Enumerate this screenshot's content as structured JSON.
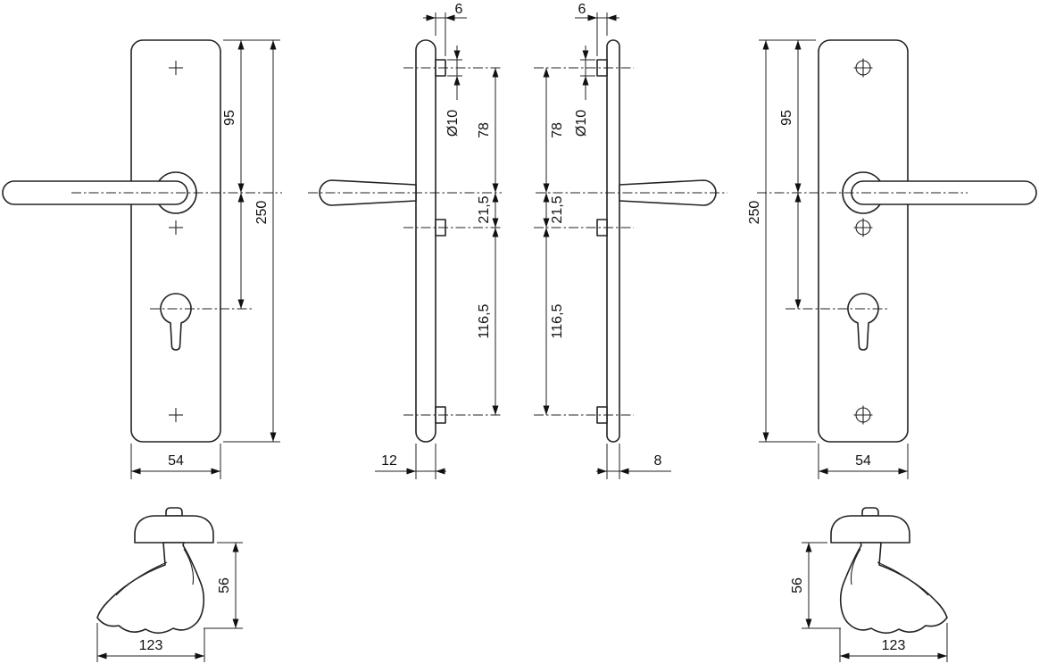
{
  "dims": {
    "left_plate": {
      "top_to_handle": "95",
      "total_height": "250",
      "width": "54"
    },
    "left_profile": {
      "stud_projection": "6",
      "stud_diameter": "Ø10",
      "stud_to_handle": "78",
      "handle_to_stud": "21,5",
      "stud_spacing": "116,5",
      "plate_thickness": "12"
    },
    "right_profile": {
      "stud_projection": "6",
      "stud_diameter": "Ø10",
      "stud_to_handle": "78",
      "handle_to_stud": "21,5",
      "stud_spacing": "116,5",
      "plate_thickness": "8"
    },
    "right_plate": {
      "top_to_handle": "95",
      "total_height": "250",
      "width": "54"
    },
    "left_handle": {
      "height": "56",
      "length": "123"
    },
    "right_handle": {
      "height": "56",
      "length": "123"
    }
  }
}
